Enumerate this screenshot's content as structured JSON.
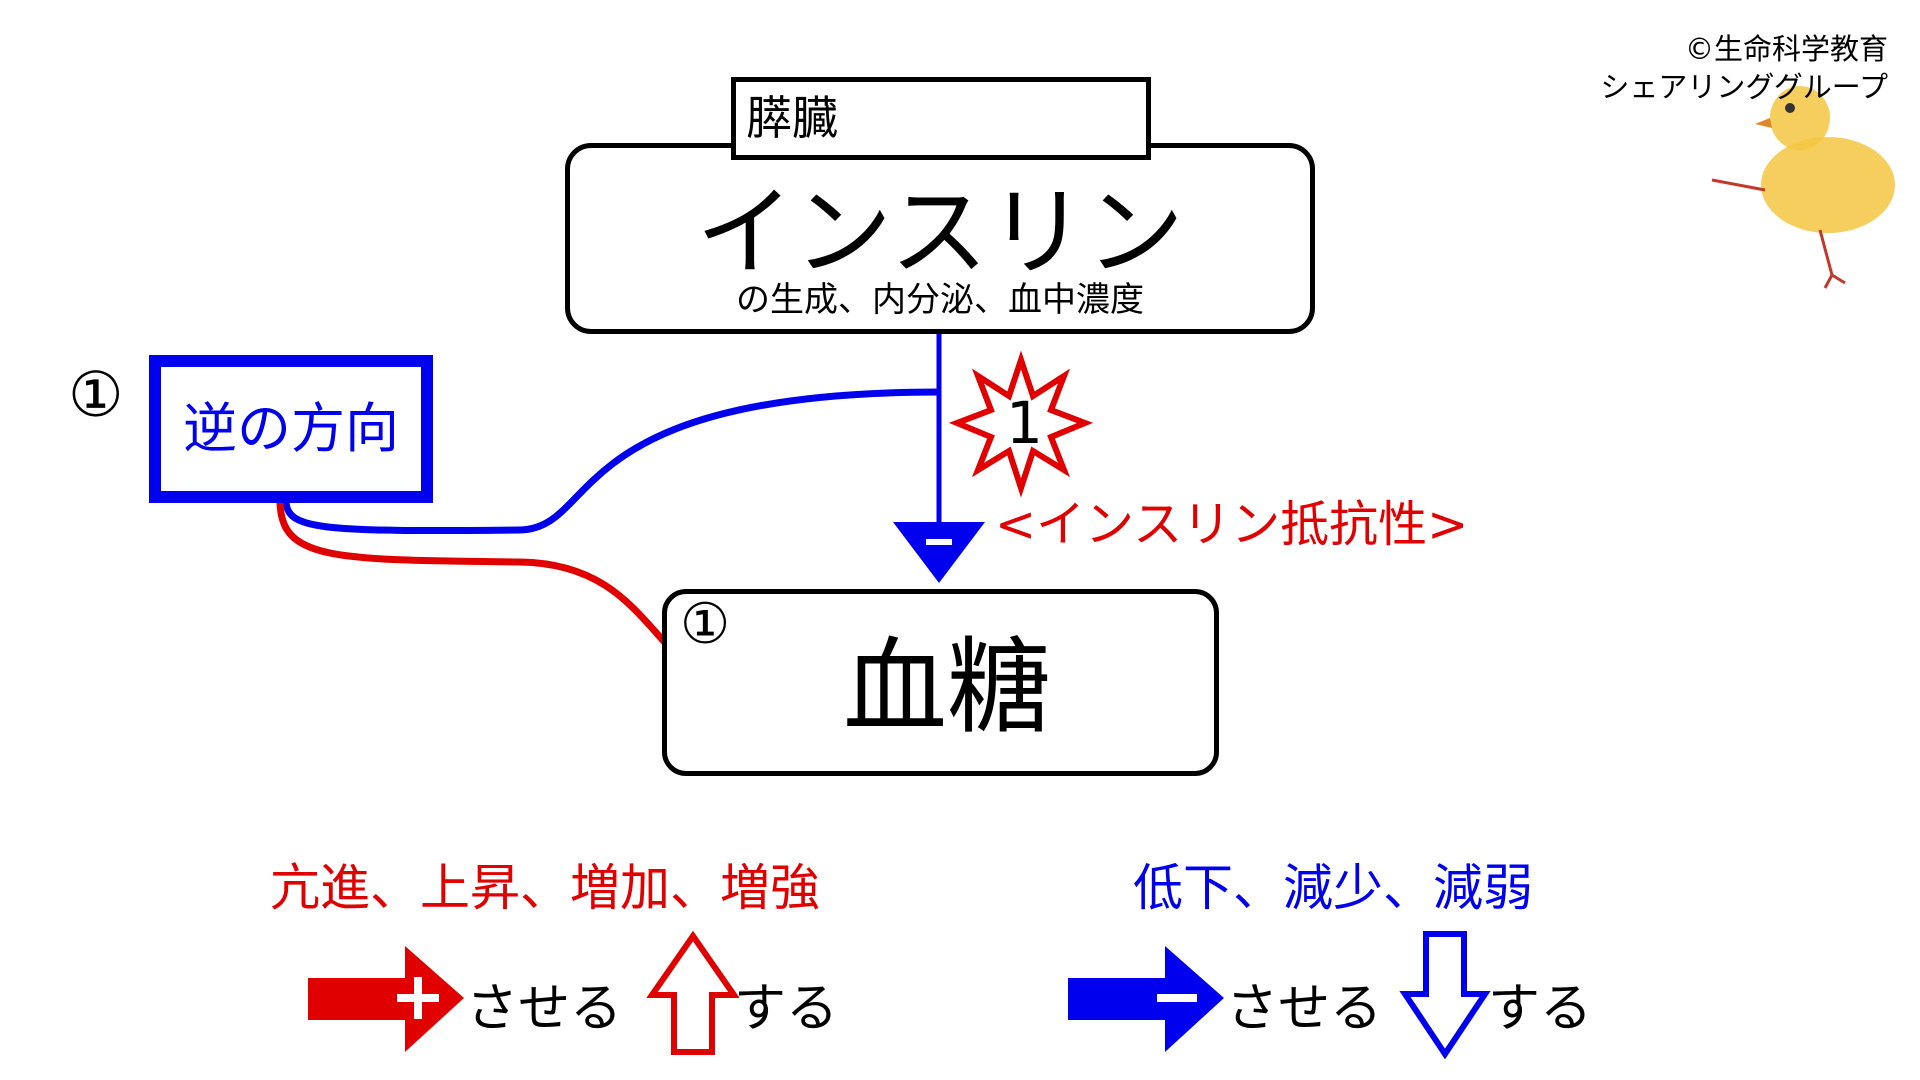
{
  "credit": {
    "line1": "©生命科学教育",
    "line2": "シェアリンググループ"
  },
  "organ_label": "膵臓",
  "hormone": {
    "name": "インスリン",
    "subtitle": "の生成、内分泌、血中濃度"
  },
  "reverse_box": {
    "marker": "①",
    "label": "逆の方向"
  },
  "target": {
    "marker": "①",
    "label": "血糖"
  },
  "burst": {
    "number": "1"
  },
  "resistance_label": "<インスリン抵抗性>",
  "increase_terms": "亢進、上昇、増加、増強",
  "decrease_terms": "低下、減少、減弱",
  "legend": {
    "plus_text": "させる",
    "up_text": "する",
    "minus_text": "させる",
    "down_text": "する"
  },
  "colors": {
    "red": "#e00000",
    "blue": "#0000ee",
    "black": "#000000"
  },
  "icons": [
    "chick-illustration",
    "burst-icon",
    "minus-arrowhead",
    "up-arrow-icon",
    "down-arrow-icon",
    "plus-arrow-icon",
    "minus-arrow-icon"
  ]
}
